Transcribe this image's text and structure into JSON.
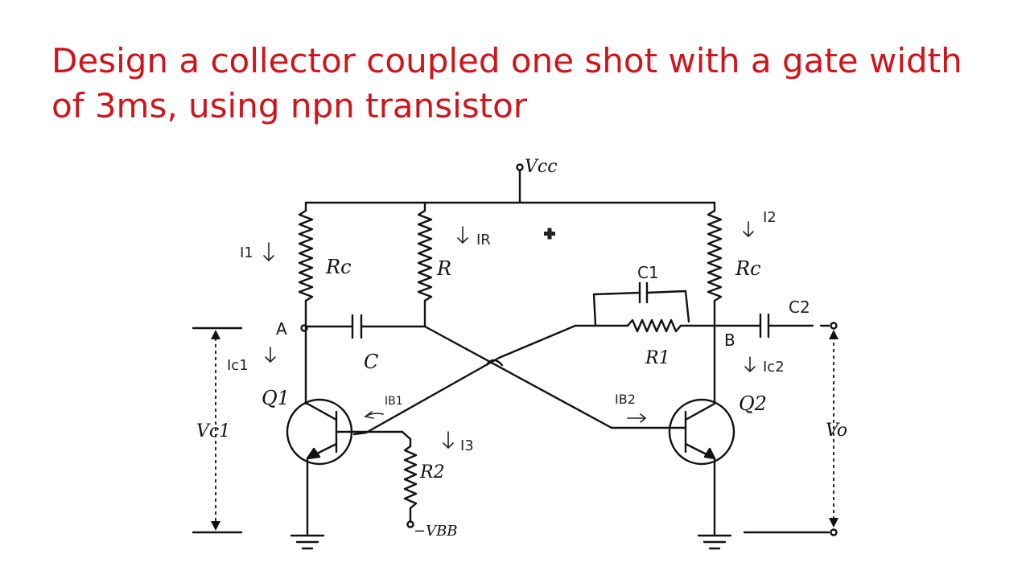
{
  "title": {
    "line1": "Design a collector coupled one shot with a gate width",
    "line2": "of 3ms, using npn transistor"
  },
  "labels": {
    "vcc": "Vcc",
    "rc_left": "Rc",
    "r": "R",
    "c": "C",
    "q1": "Q1",
    "q2": "Q2",
    "r2": "R2",
    "vbb": "−VBB",
    "rc_right": "Rc",
    "c1": "C1",
    "c2": "C2",
    "r1": "R1",
    "node_a": "A",
    "node_b": "B",
    "vc1": "Vc1",
    "vo": "Vo"
  },
  "annotations": {
    "i1": "I1",
    "ic1": "Ic1",
    "ir": "IR",
    "ib1": "IB1",
    "i3": "I3",
    "i2": "I2",
    "ic2": "Ic2",
    "ib2": "IB2"
  },
  "colors": {
    "title": "#d0141b",
    "wire": "#111111",
    "annotation": "#222222"
  }
}
